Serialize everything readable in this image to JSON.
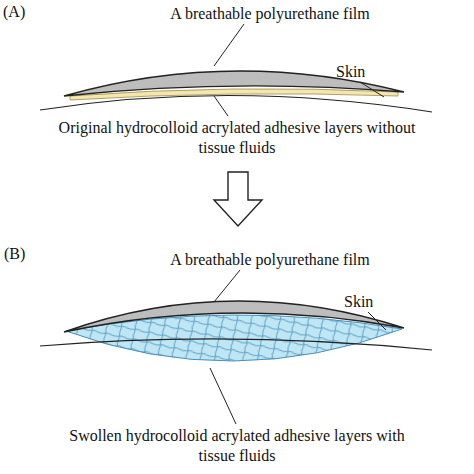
{
  "diagram": {
    "labels": [
      "(A)",
      "A breathable polyurethane film",
      "Skin",
      "Original hydrocolloid acrylated adhesive layers without tissue fluids",
      "(B)",
      "A breathable polyurethane film",
      "Skin",
      "Swollen hydrocolloid acrylated adhesive layers with tissue fluids"
    ]
  }
}
